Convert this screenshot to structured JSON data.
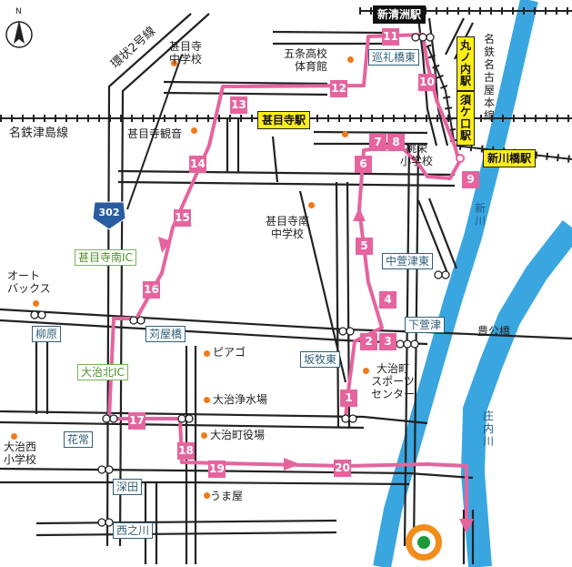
{
  "north": "N",
  "roads": {
    "loop2": "環状2号線",
    "tsushima_line": "名鉄津島線",
    "nagoya_line": "名鉄名古屋本線",
    "route302": "302",
    "shinkawa": "新川",
    "shonaigawa": "庄内川"
  },
  "stations": {
    "shin_kiyosu": "新清洲駅",
    "marunouchi": "丸ノ内駅",
    "sukaguchi": "須ケ口駅",
    "jimokuji": "甚目寺駅",
    "shinkawabashi": "新川橋駅"
  },
  "intersections": {
    "junrei": "巡礼橋東",
    "jimokuji_minami_ic": "甚目寺南IC",
    "naka_kayazu": "中萱津東",
    "yanagihara": "柳原",
    "kariyabashi": "苅屋橋",
    "shimo_kayazu": "下萱津",
    "sakamaki": "坂牧東",
    "oharu_kita_ic": "大治北IC",
    "hanatsune": "花常",
    "fukata": "深田",
    "nishinokawa": "西之川"
  },
  "landmarks": {
    "jimokuji_jhs": "甚目寺\n中学校",
    "gojo_hs": "五条高校\n体育館",
    "jimokuji_kannon": "甚目寺観音",
    "keiei_es": "桃栄\n小学校",
    "jimokuji_minami_jhs": "甚目寺南\n中学校",
    "autobacs": "オート\nバックス",
    "piago": "ピアゴ",
    "oharu_water": "大治浄水場",
    "oharu_sports": "大治町\nスポーツ\nセンター",
    "oharu_nishi_es": "大治西\n小学校",
    "oharu_town_hall": "大治町役場",
    "umaya": "うま屋",
    "toyokobashi": "豊公橋"
  },
  "route_numbers": [
    "1",
    "2",
    "3",
    "4",
    "5",
    "6",
    "7",
    "8",
    "9",
    "10",
    "11",
    "12",
    "13",
    "14",
    "15",
    "16",
    "17",
    "18",
    "19",
    "20"
  ],
  "colors": {
    "route": "#e5649e",
    "river": "#3aa6e0",
    "road": "#222222",
    "signal_box": "#2f5f7a",
    "ic_box": "#7bb35a",
    "station": "#ffee1a",
    "landmark_dot": "#f07a1a",
    "destination_ring": "#f28c1a",
    "destination_center": "#1a9a3a"
  }
}
